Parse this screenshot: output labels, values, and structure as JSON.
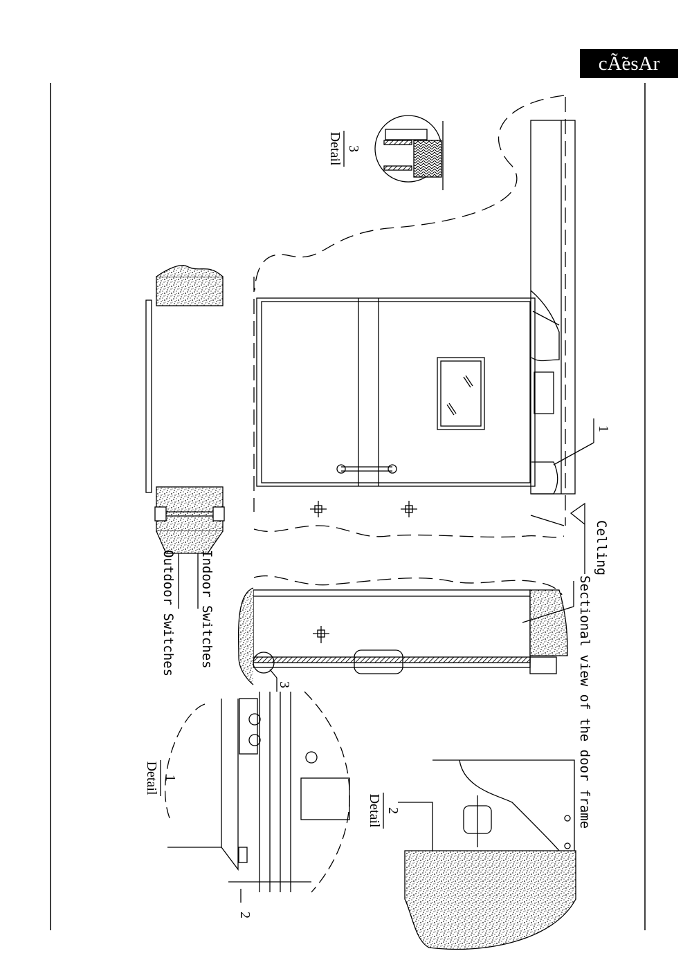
{
  "document": {
    "brand_logo": "cÃ̃esAr",
    "labels": {
      "detail_3_number": "3",
      "detail_3_word": "Detail",
      "detail_1_number": "1",
      "detail_1_word": "Detail",
      "detail_2_number": "2",
      "detail_2_word": "Detail",
      "callout_1": "1",
      "callout_2": "2",
      "callout_3": "3",
      "ceiling": "Celling",
      "sectional_view": "Sectional view of the door frame",
      "indoor_switches": "Indoor Switches",
      "outdoor_switches": "Outdoor Switches"
    }
  }
}
